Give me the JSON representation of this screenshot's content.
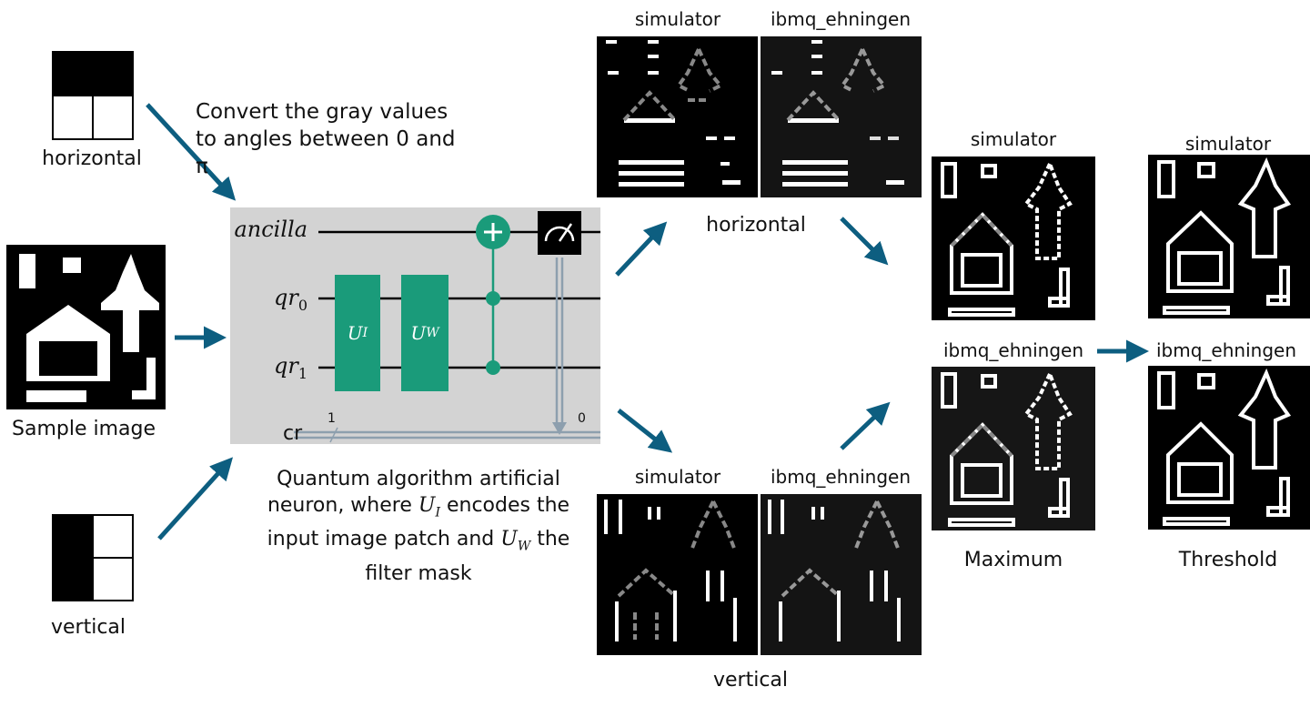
{
  "filters": {
    "horizontal_label": "horizontal",
    "vertical_label": "vertical"
  },
  "sample": {
    "label": "Sample image"
  },
  "convert_text": "Convert the gray values to angles between 0 and π",
  "circuit": {
    "qubits": [
      "ancilla",
      "qr",
      "qr"
    ],
    "subscripts": [
      "",
      "0",
      "1"
    ],
    "classical": "cr",
    "classical_width": "1",
    "classical_bit": "0",
    "gate_ui": "U",
    "gate_ui_sub": "I",
    "gate_uw": "U",
    "gate_uw_sub": "W",
    "colors": {
      "gate": "#1a9b7a",
      "wire": "#000000",
      "classical": "#8d9fae",
      "background": "#d3d3d3"
    }
  },
  "description": {
    "line1": "Quantum algorithm artificial",
    "line2a": "neuron, where",
    "u_i": "U",
    "u_i_sub": "I",
    "line2b": "encodes the",
    "line3a": "input image patch and",
    "u_w": "U",
    "u_w_sub": "W",
    "line3b": "the",
    "line4": "filter mask"
  },
  "results": {
    "horizontal_group": "horizontal",
    "vertical_group": "vertical",
    "simulator": "simulator",
    "hardware": "ibmq_ehningen",
    "maximum": "Maximum",
    "threshold": "Threshold"
  },
  "colors": {
    "arrow": "#0d5e80"
  }
}
